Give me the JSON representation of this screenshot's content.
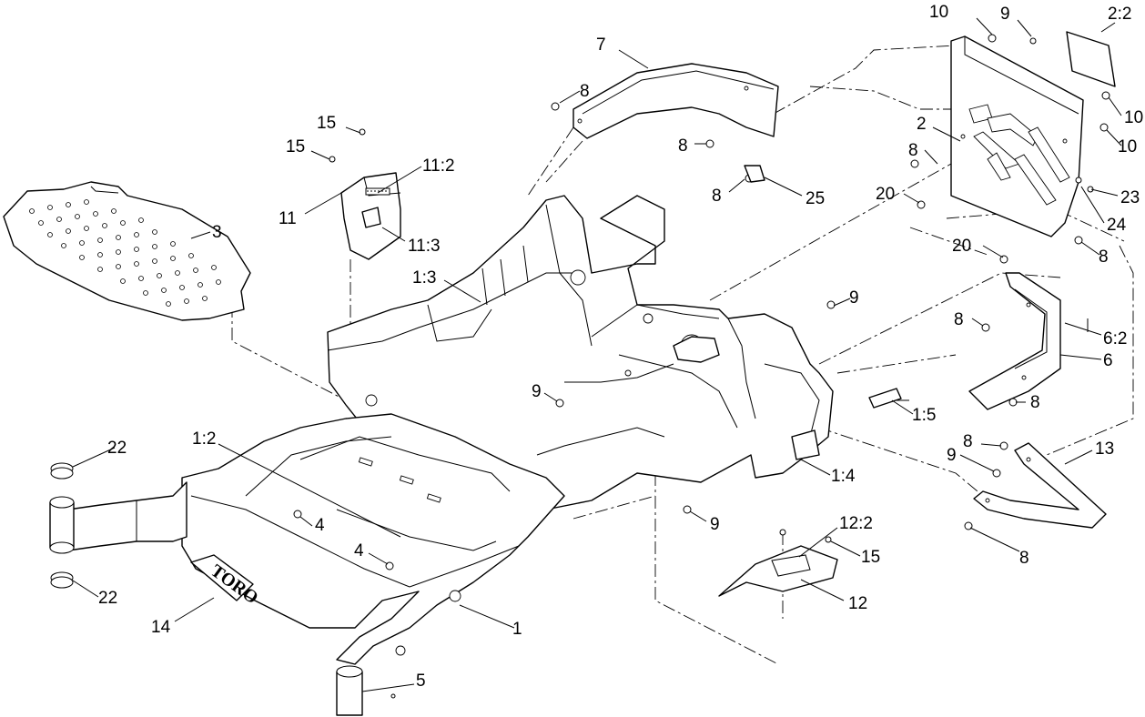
{
  "diagram": {
    "callouts": {
      "c10a": "10",
      "c9a": "9",
      "c2_2": "2:2",
      "c7": "7",
      "c8a": "8",
      "c10b": "10",
      "c2": "2",
      "c10c": "10",
      "c8b": "8",
      "c15a": "15",
      "c11_2": "11:2",
      "c15b": "15",
      "c8c": "8",
      "c25": "25",
      "c8d": "8",
      "c20a": "20",
      "c23": "23",
      "c11": "11",
      "c3": "3",
      "c11_3": "11:3",
      "c24": "24",
      "c20b": "20",
      "c8e": "8",
      "c1_3": "1:3",
      "c9b": "9",
      "c8f": "8",
      "c6_2": "6:2",
      "c6": "6",
      "c9c": "9",
      "c8g": "8",
      "c1_5": "1:5",
      "c22a": "22",
      "c1_2": "1:2",
      "c8h": "8",
      "c13": "13",
      "c9d": "9",
      "c1_4": "1:4",
      "c4a": "4",
      "c9e": "9",
      "c12_2": "12:2",
      "c4b": "4",
      "c15c": "15",
      "c8i": "8",
      "c22b": "22",
      "c12": "12",
      "c14": "14",
      "c1": "1",
      "c5": "5"
    },
    "decal_brand": "TORO"
  }
}
